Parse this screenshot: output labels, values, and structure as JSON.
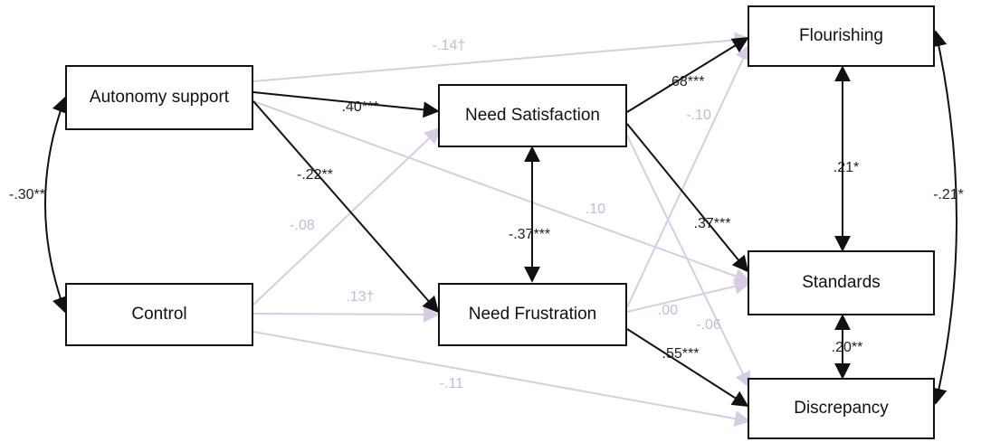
{
  "nodes": {
    "autonomy": "Autonomy support",
    "control": "Control",
    "satisfaction": "Need Satisfaction",
    "frustration": "Need Frustration",
    "flourishing": "Flourishing",
    "standards": "Standards",
    "discrepancy": "Discrepancy"
  },
  "paths": {
    "aut_flour": "-.14†",
    "aut_sat": ".40***",
    "aut_frus": "-.22**",
    "aut_ctrl": "-.30**",
    "aut_stand": ".10",
    "ctrl_sat": "-.08",
    "ctrl_frus": ".13†",
    "ctrl_disc": "-.11",
    "sat_frus": "-.37***",
    "sat_flour": ".68***",
    "sat_stand": ".37***",
    "frus_flour": "-.10",
    "frus_stand": ".00",
    "sat_disc": "-.06",
    "frus_disc": ".55***",
    "flour_stand": ".21*",
    "stand_disc": ".20**",
    "flour_disc": "-.21*"
  },
  "colors": {
    "significant": "#111111",
    "nonsignificant": "#d8cce4"
  }
}
